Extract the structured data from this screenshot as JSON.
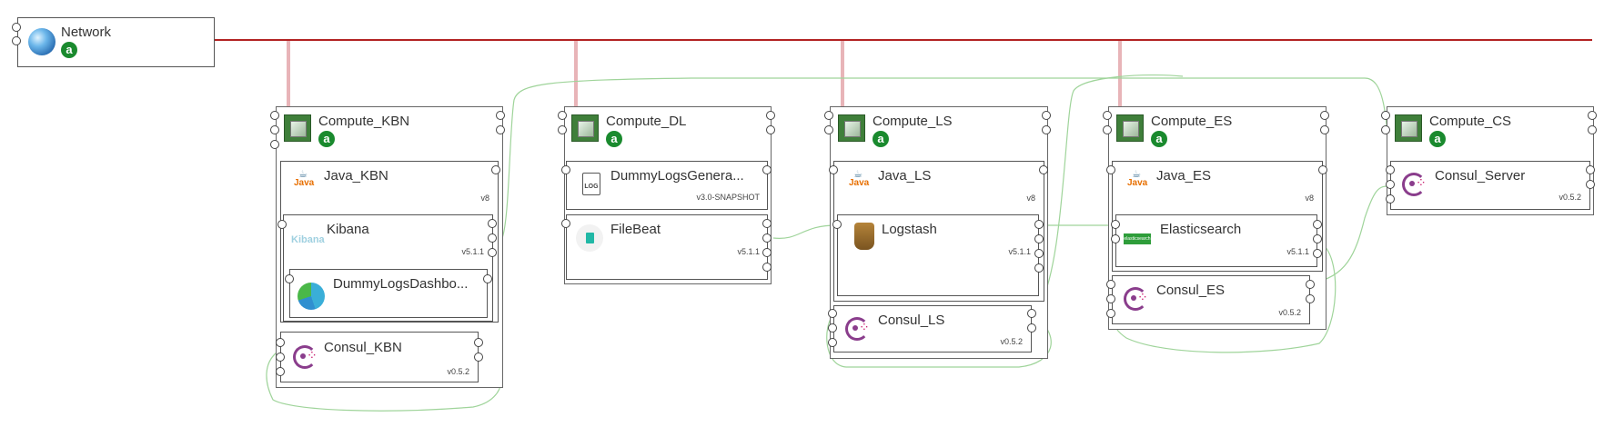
{
  "network": {
    "title": "Network",
    "badge": "a",
    "icon": "globe-icon"
  },
  "computes": [
    {
      "title": "Compute_KBN",
      "badge": "a"
    },
    {
      "title": "Compute_DL",
      "badge": "a"
    },
    {
      "title": "Compute_LS",
      "badge": "a"
    },
    {
      "title": "Compute_ES",
      "badge": "a"
    },
    {
      "title": "Compute_CS",
      "badge": "a"
    }
  ],
  "components": {
    "java_kbn": {
      "title": "Java_KBN",
      "version": "v8"
    },
    "kibana": {
      "title": "Kibana",
      "version": "v5.1.1"
    },
    "dashboard": {
      "title": "DummyLogsDashbo..."
    },
    "consul_kbn": {
      "title": "Consul_KBN",
      "version": "v0.5.2"
    },
    "dummylogs_gen": {
      "title": "DummyLogsGenera...",
      "version": "v3.0-SNAPSHOT"
    },
    "filebeat": {
      "title": "FileBeat",
      "version": "v5.1.1"
    },
    "java_ls": {
      "title": "Java_LS",
      "version": "v8"
    },
    "logstash": {
      "title": "Logstash",
      "version": "v5.1.1"
    },
    "consul_ls": {
      "title": "Consul_LS",
      "version": "v0.5.2"
    },
    "java_es": {
      "title": "Java_ES",
      "version": "v8"
    },
    "elasticsearch": {
      "title": "Elasticsearch",
      "version": "v5.1.1"
    },
    "consul_es": {
      "title": "Consul_ES",
      "version": "v0.5.2"
    },
    "consul_server": {
      "title": "Consul_Server",
      "version": "v0.5.2"
    }
  },
  "icon_labels": {
    "java": "Java",
    "log": "LOG",
    "kibana": "Kibana",
    "elasticsearch": "elasticsearch"
  },
  "colors": {
    "network_line": "#b22222",
    "link_line": "#e8b4b8",
    "relation_line": "#9fd49a",
    "badge": "#1a8a2e"
  }
}
